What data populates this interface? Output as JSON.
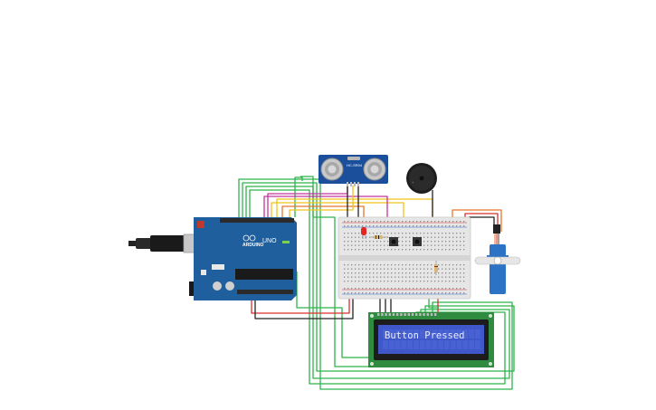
{
  "lcd": {
    "message": "Button Pressed"
  },
  "arduino": {
    "brand": "ARDUINO",
    "model": "UNO"
  },
  "ultrasonic": {
    "label": "HC-SR04"
  },
  "colors": {
    "wire_green": "#2db34a",
    "wire_red": "#d9302c",
    "wire_black": "#222222",
    "wire_yellow": "#f0c419",
    "wire_orange": "#e8762a",
    "wire_magenta": "#c2349b",
    "board_blue": "#1f5f9e",
    "lcd_green": "#2e8b3f",
    "lcd_screen": "#3f57c9",
    "servo_blue": "#2c73c6",
    "breadboard": "#e6e6e6"
  }
}
